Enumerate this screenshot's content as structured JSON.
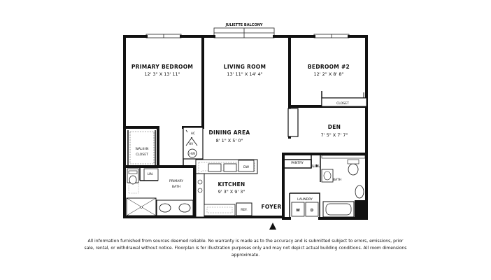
{
  "plan": {
    "balcony": "JULIETTE BALCONY",
    "rooms": {
      "primary_bedroom": {
        "name": "PRIMARY BEDROOM",
        "dims": "12' 3\" X 13' 11\""
      },
      "living_room": {
        "name": "LIVING ROOM",
        "dims": "13' 11\" X 14' 4\""
      },
      "bedroom2": {
        "name": "BEDROOM #2",
        "dims": "12' 2\" X 8' 8\""
      },
      "dining": {
        "name": "DINING AREA",
        "dims": "8' 1\" X 5' 0\""
      },
      "den": {
        "name": "DEN",
        "dims": "7' 5\" X 7' 7\""
      },
      "kitchen": {
        "name": "KITCHEN",
        "dims": "9' 3\" X 9' 3\""
      }
    },
    "labels": {
      "closet": "CLOSET",
      "walkin_1": "WALK-IN",
      "walkin_2": "CLOSET",
      "ac": "AC",
      "hv": "HV",
      "hw": "HW",
      "dw": "DW",
      "pantry": "PANTRY",
      "lin_left": "LIN.",
      "lin_right": "LIN.",
      "primary_bath_1": "PRIMARY",
      "primary_bath_2": "BATH",
      "bath": "BATH",
      "laundry": "LAUNDRY",
      "washer": "W",
      "dryer": "D",
      "ref": "REF.",
      "foyer": "FOYER"
    }
  },
  "disclaimer": "All information furnished from sources deemed reliable. No warranty is made as to the accuracy and is submitted subject to errors, emissions, prior sale, rental, or withdrawal without notice. Floorplan is for illustration purposes only and may not depict actual building conditions. All room dimensions approximate."
}
